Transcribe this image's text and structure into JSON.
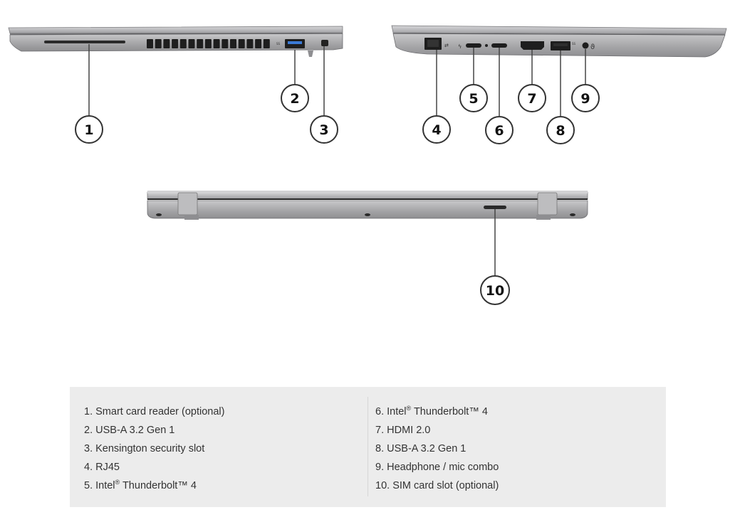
{
  "callouts": [
    "1",
    "2",
    "3",
    "4",
    "5",
    "6",
    "7",
    "8",
    "9",
    "10"
  ],
  "legend": {
    "left": [
      {
        "num": "1.",
        "pre": "Smart card reader (optional)",
        "sup": "",
        "post": ""
      },
      {
        "num": "2.",
        "pre": "USB-A 3.2 Gen 1",
        "sup": "",
        "post": ""
      },
      {
        "num": "3.",
        "pre": "Kensington security slot",
        "sup": "",
        "post": ""
      },
      {
        "num": "4.",
        "pre": "RJ45",
        "sup": "",
        "post": ""
      },
      {
        "num": "5.",
        "pre": "Intel",
        "sup": "®",
        "post": " Thunderbolt™ 4"
      }
    ],
    "right": [
      {
        "num": "6.",
        "pre": "Intel",
        "sup": "®",
        "post": " Thunderbolt™ 4"
      },
      {
        "num": "7.",
        "pre": "HDMI 2.0",
        "sup": "",
        "post": ""
      },
      {
        "num": "8.",
        "pre": "USB-A 3.2 Gen 1",
        "sup": "",
        "post": ""
      },
      {
        "num": "9.",
        "pre": "Headphone / mic combo",
        "sup": "",
        "post": ""
      },
      {
        "num": "10.",
        "pre": "SIM card slot (optional)",
        "sup": "",
        "post": ""
      }
    ]
  },
  "colors": {
    "chassis": "#a9a9ab",
    "chassis_dark": "#6d6d70",
    "port": "#1e1e1e",
    "legend_bg": "#ececec",
    "callout_line": "#444444"
  }
}
